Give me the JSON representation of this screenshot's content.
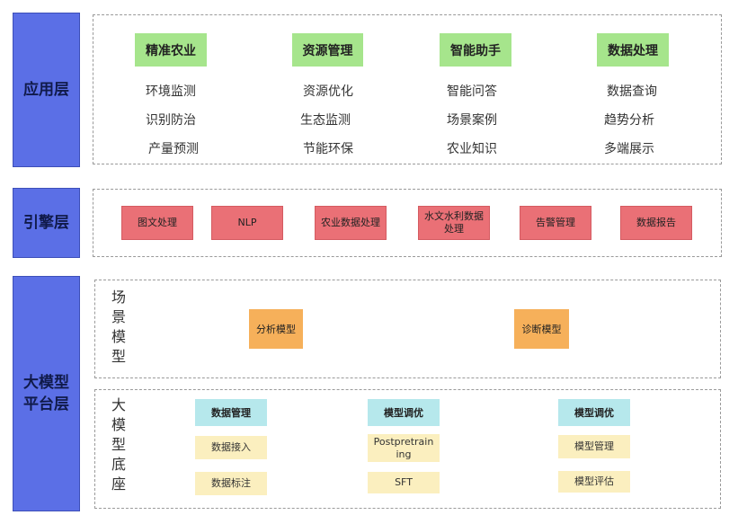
{
  "layers": {
    "app": "应用层",
    "engine": "引擎层",
    "platform": "大模型平台层"
  },
  "app_columns": [
    {
      "title": "精准农业",
      "items": [
        "环境监测",
        "识别防治",
        "产量预测"
      ]
    },
    {
      "title": "资源管理",
      "items": [
        "资源优化",
        "生态监测",
        "节能环保"
      ]
    },
    {
      "title": "智能助手",
      "items": [
        "智能问答",
        "场景案例",
        "农业知识"
      ]
    },
    {
      "title": "数据处理",
      "items": [
        "数据查询",
        "趋势分析",
        "多端展示"
      ]
    }
  ],
  "engine_items": [
    "图文处理",
    "NLP",
    "农业数据处理",
    "水文水利数据处理",
    "告警管理",
    "数据报告"
  ],
  "scene": {
    "label": "场景模型",
    "models": [
      "分析模型",
      "诊断模型"
    ]
  },
  "base": {
    "label": "大模型底座",
    "columns": [
      {
        "title": "数据管理",
        "items": [
          "数据接入",
          "数据标注"
        ]
      },
      {
        "title": "模型调优",
        "items": [
          "Postpretraining",
          "SFT"
        ]
      },
      {
        "title": "模型调优",
        "items": [
          "模型管理",
          "模型评估"
        ]
      }
    ]
  }
}
